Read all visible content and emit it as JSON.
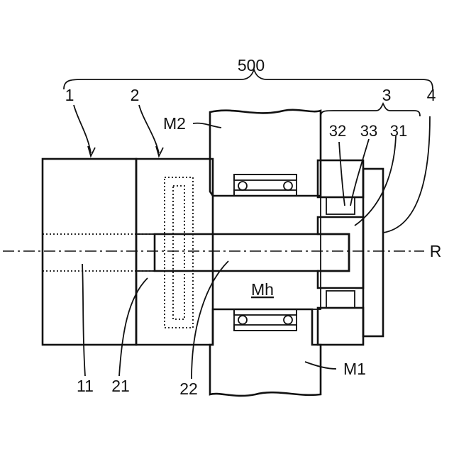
{
  "labels": {
    "assembly": "500",
    "part_1": "1",
    "part_2": "2",
    "part_3": "3",
    "part_4": "4",
    "m2": "M2",
    "m1": "M1",
    "mh": "Mh",
    "r_axis": "R",
    "ref_32": "32",
    "ref_33": "33",
    "ref_31": "31",
    "ref_11": "11",
    "ref_21": "21",
    "ref_22": "22"
  },
  "colors": {
    "line": "#111111",
    "background": "#ffffff"
  }
}
